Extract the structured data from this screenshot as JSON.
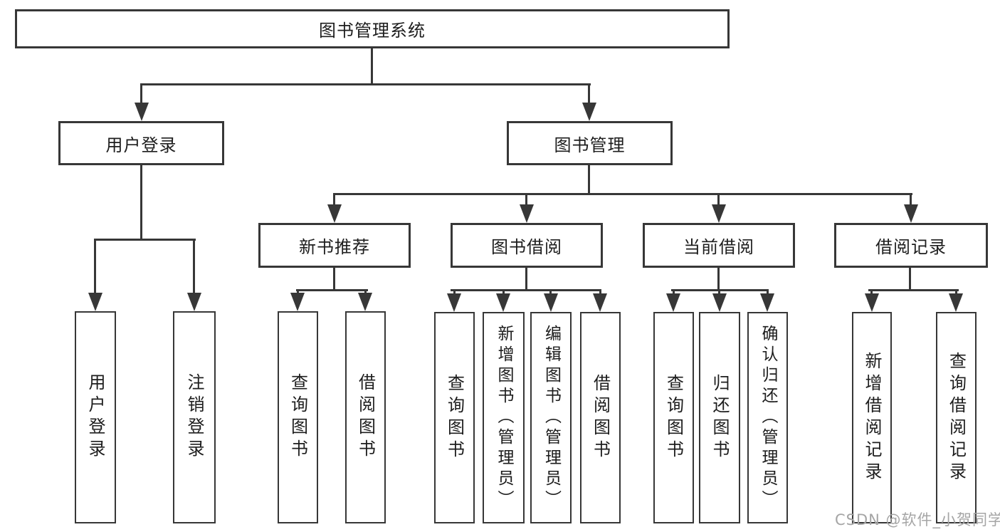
{
  "diagram": {
    "root": "图书管理系统",
    "branches": [
      {
        "label": "用户登录",
        "leaves": [
          "用户登录",
          "注销登录"
        ]
      },
      {
        "label": "图书管理",
        "groups": [
          {
            "label": "新书推荐",
            "leaves": [
              "查询图书",
              "借阅图书"
            ]
          },
          {
            "label": "图书借阅",
            "leaves": [
              "查询图书",
              "新增图书（管理员）",
              "编辑图书（管理员）",
              "借阅图书"
            ]
          },
          {
            "label": "当前借阅",
            "leaves": [
              "查询图书",
              "归还图书",
              "确认归还（管理员）"
            ]
          },
          {
            "label": "借阅记录",
            "leaves": [
              "新增借阅记录",
              "查询借阅记录"
            ]
          }
        ]
      }
    ]
  },
  "watermark": {
    "text": "CSDN @软件_小贺同学",
    "color": "#a5a5a5"
  },
  "colors": {
    "line": "#373737",
    "text": "#1d1d1d",
    "background": "#ffffff"
  }
}
